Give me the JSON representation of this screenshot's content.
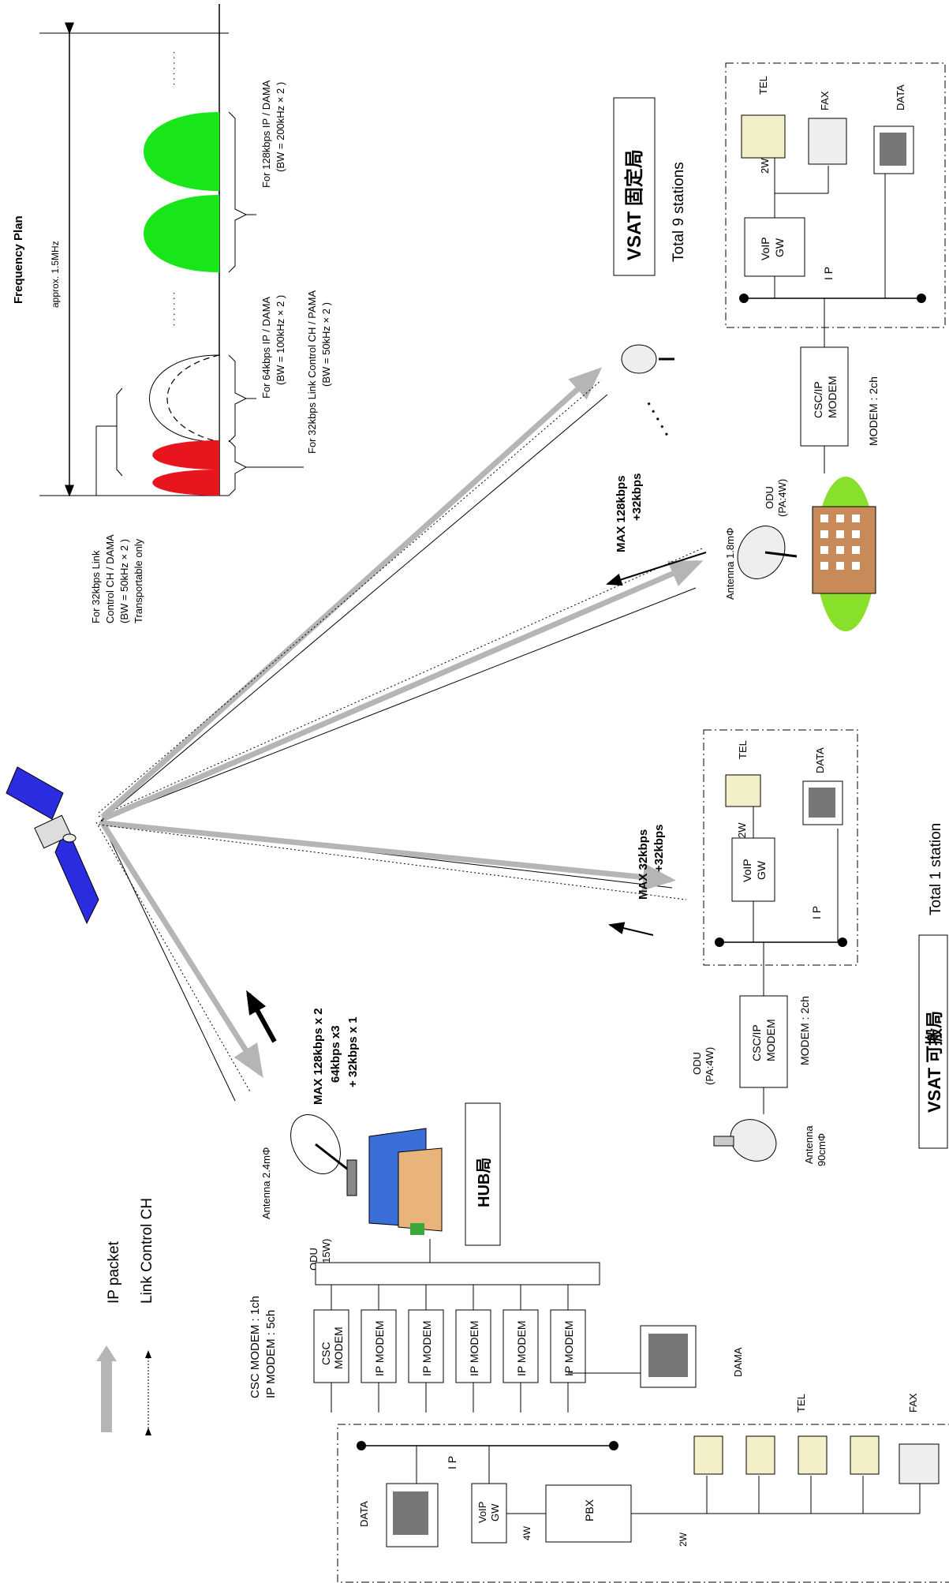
{
  "frequency_plan": {
    "title": "Frequency Plan",
    "bandwidth": "approx. 1.5MHz",
    "dots": ". . . . . . .",
    "label_128": [
      "For 128kbps IP / DAMA",
      "(BW = 200kHz × 2 )"
    ],
    "label_64": [
      "For 64kbps IP / DAMA",
      "(BW = 100kHz × 2 )"
    ],
    "label_32pama": [
      "For 32kbps Link Control CH / PAMA",
      "(BW = 50kHz × 2 )"
    ],
    "label_32dama": [
      "For 32kbps Link",
      "Control CH / DAMA",
      "(BW = 50kHz × 2 )",
      "Transportable only"
    ],
    "colors": {
      "green": "#19e619",
      "red": "#e8141e"
    }
  },
  "legend": {
    "ip_packet": "IP packet",
    "link_control": "Link Control CH"
  },
  "hub": {
    "title": "HUB局",
    "antenna": "Antenna 2.4mΦ",
    "odu": [
      "ODU",
      "(PA:15W)"
    ],
    "modem_counts": [
      "CSC MODEM : 1ch",
      "IP MODEM : 5ch"
    ],
    "csc_modem": [
      "CSC",
      "MODEM"
    ],
    "ip_modem": "IP MODEM",
    "rate": [
      "MAX 128kbps x 2",
      "64kbps x3",
      "+ 32kbps x 1"
    ],
    "ip": "I P",
    "data": "DATA",
    "voip": [
      "VoIP",
      "GW"
    ],
    "wire4": "4W",
    "pbx": "PBX",
    "wire2": "2W",
    "dama": "DAMA",
    "tel": "TEL",
    "fax": "FAX"
  },
  "transportable": {
    "title": "VSAT 可搬局",
    "total": "Total 1 station",
    "rate": [
      "MAX 32kbps",
      "+32kbps"
    ],
    "antenna": [
      "Antenna",
      "90cmΦ"
    ],
    "odu": [
      "ODU",
      "(PA:4W)"
    ],
    "modem": [
      "CSC/IP",
      "MODEM"
    ],
    "modem_count": "MODEM : 2ch",
    "voip": [
      "VoIP",
      "GW"
    ],
    "wire2": "2W",
    "ip": "I P",
    "tel": "TEL",
    "data": "DATA"
  },
  "fixed": {
    "title": "VSAT 固定局",
    "total": "Total 9 stations",
    "rate": [
      "MAX 128kbps",
      "+32kbps"
    ],
    "antenna": "Antenna 1.8mΦ",
    "odu": [
      "ODU",
      "(PA:4W)"
    ],
    "modem": [
      "CSC/IP",
      "MODEM"
    ],
    "modem_count": "MODEM : 2ch",
    "voip": [
      "VoIP",
      "GW"
    ],
    "wire2": "2W",
    "ip": "I P",
    "tel": "TEL",
    "fax": "FAX",
    "data": "DATA"
  }
}
